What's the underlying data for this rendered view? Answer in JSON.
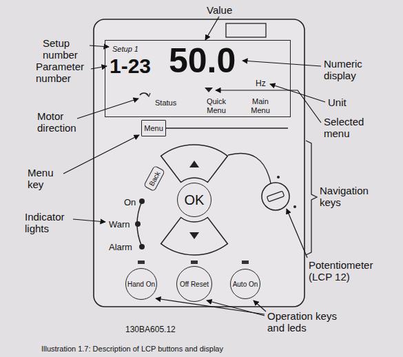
{
  "diagram": {
    "caption": "Illustration 1.7: Description of LCP buttons and display",
    "nodes": [
      {
        "text": [
          "Setup 1",
          "1-23",
          "50.0",
          "Hz",
          "Status",
          "Quick Menu",
          "Main Menu"
        ]
      },
      {
        "text": [
          "Menu"
        ]
      },
      {
        "text": [
          "Back"
        ]
      },
      {
        "text": [
          "OK"
        ]
      },
      {
        "text": [
          "Hand On"
        ]
      },
      {
        "text": [
          "Off Reset"
        ]
      },
      {
        "text": [
          "Auto On"
        ]
      }
    ],
    "labels": [
      "Value",
      "Setup number",
      "Parameter number",
      "Numeric display",
      "Unit",
      "Motor direction",
      "Selected menu",
      "Menu key",
      "Navigation keys",
      "Indicator lights",
      "On",
      "Warn",
      "Alarm",
      "Potentiometer (LCP 12)",
      "Operation keys and leds",
      "130BA605.12"
    ]
  }
}
